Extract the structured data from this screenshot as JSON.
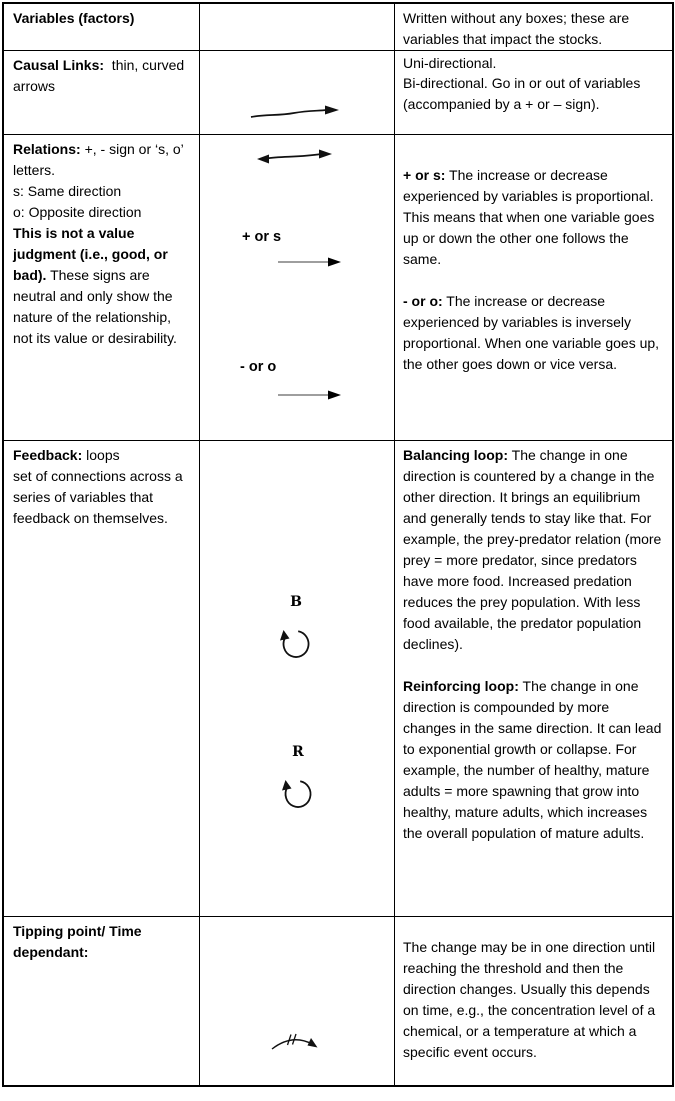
{
  "colors": {
    "table_border": "#000000",
    "text": "#000000",
    "relation_arrow_line": "#7f7f7f",
    "ink": "#111111"
  },
  "symbols": {
    "causal_uni": "uni-directional-arrow",
    "causal_bi": "bi-directional-arrow",
    "relation_plus_arrow": "straight-right-arrow",
    "relation_minus_arrow": "straight-right-arrow",
    "balancing_loop": "circled-B-with-counterclockwise-arrow",
    "reinforcing_loop": "circled-R-with-counterclockwise-arrow",
    "tipping": "curved-arrow-with-delay-tick-marks"
  },
  "rows": {
    "variables": {
      "term_bold": "Variables (factors)",
      "desc": "Written without any boxes; these are variables that impact the stocks."
    },
    "causal_links": {
      "term_bold": "Causal Links:",
      "term_rest": "  thin, curved arrows",
      "desc": "Uni-directional.\nBi-directional. Go in or out of variables (accompanied by a + or – sign)."
    },
    "relations": {
      "term_bold": "Relations:",
      "term_mid": " +, - sign or ‘s, o’ letters.\ns: Same direction\no: Opposite direction\n",
      "term_bold2": "This is not a value judgment (i.e., good, or bad).",
      "term_rest": " These signs are neutral and only show the nature of the relationship, not its value or desirability.",
      "plus_label": "+ or s",
      "minus_label": "- or o",
      "desc_plus_bold": "+ or s:",
      "desc_plus": " The increase or decrease experienced by variables is proportional.\nThis means that when one variable goes up or down the other one follows the same.\n\n",
      "desc_minus_bold": "- or o:",
      "desc_minus": " The increase or decrease experienced by variables is inversely proportional. When one variable goes up, the other goes down or vice versa."
    },
    "feedback": {
      "term_bold": "Feedback:",
      "term_rest": " loops\nset of connections across a series of variables that feedback on themselves.",
      "loop_b_letter": "B",
      "loop_r_letter": "R",
      "desc_balancing_bold": "Balancing loop:",
      "desc_balancing": " The change in one direction is countered by a change in the other direction. It brings an equilibrium and generally tends to stay like that. For example, the prey-predator relation (more prey = more predator, since predators have more food. Increased predation reduces the prey population. With less food available, the predator population declines).\n\n",
      "desc_reinforcing_bold": "Reinforcing loop:",
      "desc_reinforcing": " The change in one direction is compounded by more changes in the same direction. It can lead to exponential growth or collapse. For example, the number of healthy, mature adults = more spawning that grow into healthy, mature adults, which increases the overall population of mature adults."
    },
    "tipping": {
      "term_bold": "Tipping point/ Time dependant:",
      "desc": "The change may be in one direction until reaching the threshold and then the direction changes. Usually this depends on time, e.g., the concentration level of a chemical, or a temperature at which a specific event occurs."
    }
  }
}
